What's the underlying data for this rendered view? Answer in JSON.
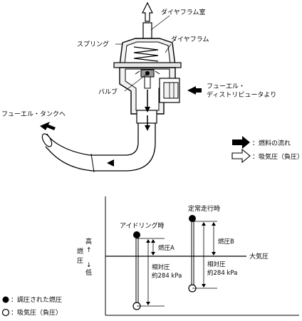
{
  "regulator": {
    "labels": {
      "diaphragm_chamber": "ダイヤフラム室",
      "spring": "スプリング",
      "diaphragm": "ダイヤフラム",
      "valve": "バルブ",
      "from_distributor_line1": "フューエル・",
      "from_distributor_line2": "ディストリビュータより",
      "to_tank": "フューエル・タンクへ"
    },
    "legend": {
      "fuel_flow": "：燃料の流れ",
      "intake_pressure": "：吸気圧（負圧）"
    }
  },
  "chart": {
    "y_axis": {
      "high": "高",
      "low": "低",
      "up_arrow": "↑",
      "down_arrow": "↓",
      "title": "燃圧"
    },
    "reference_line_label": "大気圧",
    "conditions": [
      {
        "name": "アイドリング時",
        "fuel_pressure_label": "燃圧A",
        "relative_label": "相対圧",
        "relative_value": "約284 kPa"
      },
      {
        "name": "定常走行時",
        "fuel_pressure_label": "燃圧B",
        "relative_label": "相対圧",
        "relative_value": "約284 kPa"
      }
    ],
    "legend": {
      "regulated_fuel_pressure": "：調圧された燃圧",
      "intake_pressure": "：吸気圧（負圧）"
    }
  }
}
